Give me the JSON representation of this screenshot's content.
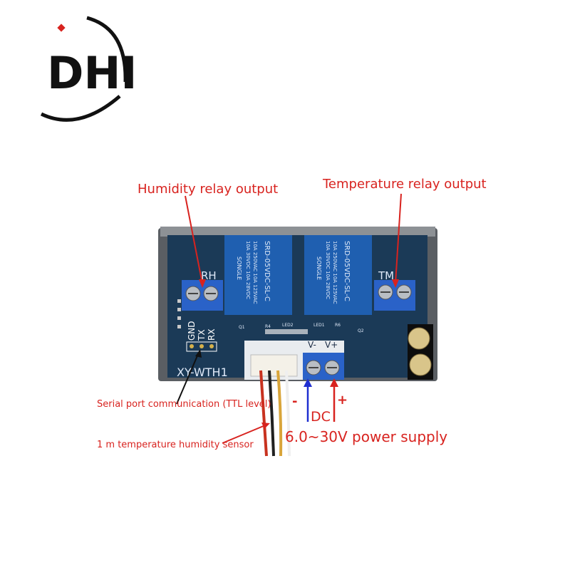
{
  "logo": {
    "text": "DHI"
  },
  "board": {
    "model": "XY-WTH1",
    "relay_label_left": "RH",
    "relay_label_right": "TM",
    "serial_pins": [
      "GND",
      "TX",
      "RX"
    ],
    "power_pins": [
      "V-",
      "V+"
    ],
    "relay_brand": "SONGLE",
    "relay_model": "SRD-05VDC-SL-C",
    "relay_rating_1": "10A 250VAC  10A 125VAC",
    "relay_rating_2": "10A 30VDC  10A 28VDC",
    "silkscreen": [
      "Q1",
      "R4",
      "LED2",
      "LED1",
      "R6",
      "Q2"
    ]
  },
  "annotations": {
    "humidity_relay": "Humidity relay output",
    "temperature_relay": "Temperature relay output",
    "serial_port": "Serial port communication (TTL level)",
    "sensor": "1 m temperature humidity sensor",
    "dc": "DC",
    "minus": "-",
    "plus": "+",
    "power_supply": "6.0~30V power supply"
  },
  "colors": {
    "pcb": "#1b3a57",
    "relay": "#1f5fb0",
    "terminal": "#2a62c8",
    "annotation": "#d8231f",
    "arrow_blue": "#1f2fd0"
  }
}
